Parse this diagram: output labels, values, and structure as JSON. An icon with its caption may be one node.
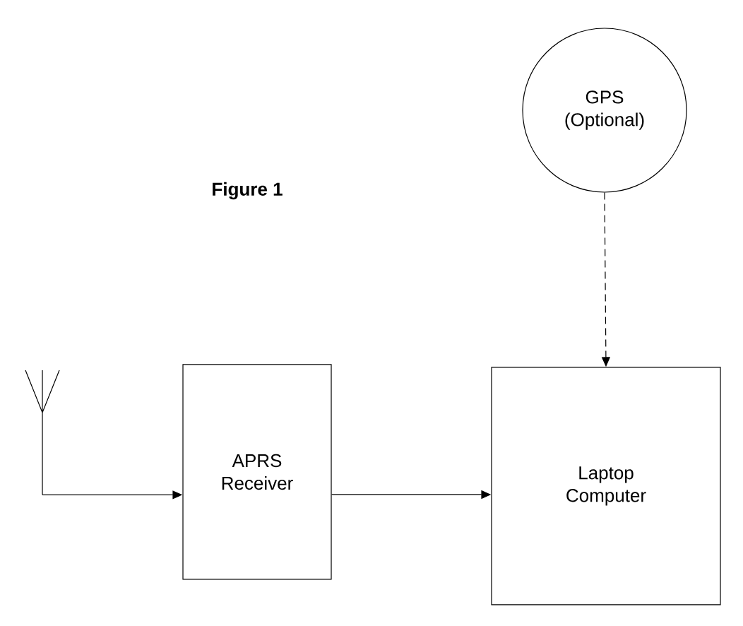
{
  "diagram": {
    "title": "Figure 1",
    "nodes": [
      {
        "text": [
          "GPS (Optional)"
        ]
      },
      {
        "text": [],
        "shape": "picture"
      },
      {
        "text": [
          "APRS Receiver"
        ]
      },
      {
        "text": [
          "Laptop Computer"
        ]
      }
    ],
    "edges": [
      {
        "from": 1,
        "to": 2,
        "arrow": "to"
      },
      {
        "from": 2,
        "to": 3,
        "arrow": "to"
      },
      {
        "from": 0,
        "to": 3,
        "arrow": "to",
        "style": "dashed"
      }
    ]
  }
}
